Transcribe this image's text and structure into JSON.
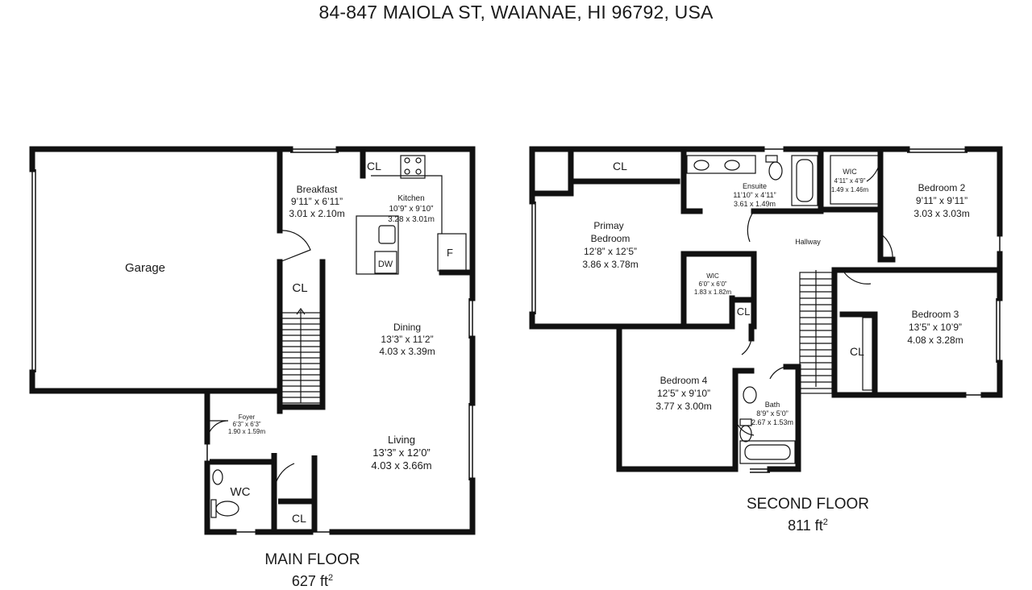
{
  "address": "84-847 MAIOLA ST, WAIANAE, HI 96792, USA",
  "main_floor": {
    "name": "MAIN FLOOR",
    "area_value": "627",
    "area_unit": "ft",
    "area_exp": "2",
    "rooms": {
      "garage": {
        "name": "Garage"
      },
      "breakfast": {
        "name": "Breakfast",
        "imperial": "9’11” x 6’11”",
        "metric": "3.01 x 2.10m"
      },
      "kitchen": {
        "name": "Kitchen",
        "imperial": "10’9” x 9’10”",
        "metric": "3.28 x 3.01m"
      },
      "dining": {
        "name": "Dining",
        "imperial": "13’3” x 11’2”",
        "metric": "4.03 x 3.39m"
      },
      "living": {
        "name": "Living",
        "imperial": "13’3” x 12’0”",
        "metric": "4.03 x 3.66m"
      },
      "foyer": {
        "name": "Foyer",
        "imperial": "6’3” x 6’3”",
        "metric": "1.90 x 1.59m"
      },
      "wc": {
        "name": "WC"
      },
      "cl_kitchen": {
        "name": "CL"
      },
      "cl_stairs": {
        "name": "CL"
      },
      "cl_bottom": {
        "name": "CL"
      },
      "dw": {
        "name": "DW"
      },
      "fridge": {
        "name": "F"
      }
    }
  },
  "second_floor": {
    "name": "SECOND FLOOR",
    "area_value": "811",
    "area_unit": "ft",
    "area_exp": "2",
    "rooms": {
      "primary": {
        "name1": "Primay",
        "name2": "Bedroom",
        "imperial": "12’8” x 12’5”",
        "metric": "3.86 x 3.78m"
      },
      "ensuite": {
        "name": "Ensuite",
        "imperial": "11’10” x 4’11”",
        "metric": "3.61 x 1.49m"
      },
      "wic_top": {
        "name": "WIC",
        "imperial": "4’11” x 4’9”",
        "metric": "1.49 x 1.46m"
      },
      "bedroom2": {
        "name": "Bedroom 2",
        "imperial": "9’11” x 9’11”",
        "metric": "3.03 x 3.03m"
      },
      "hallway": {
        "name": "Hallway"
      },
      "wic_mid": {
        "name": "WIC",
        "imperial": "6’0” x 6’0”",
        "metric": "1.83 x 1.82m"
      },
      "bedroom3": {
        "name": "Bedroom 3",
        "imperial": "13’5” x 10’9”",
        "metric": "4.08 x 3.28m"
      },
      "bedroom4": {
        "name": "Bedroom 4",
        "imperial": "12’5” x 9’10”",
        "metric": "3.77 x 3.00m"
      },
      "bath": {
        "name": "Bath",
        "imperial": "8’9” x 5’0”",
        "metric": "2.67 x 1.53m"
      },
      "cl_primary": {
        "name": "CL"
      },
      "cl_wic": {
        "name": "CL"
      },
      "cl_bed3": {
        "name": "CL"
      }
    }
  }
}
